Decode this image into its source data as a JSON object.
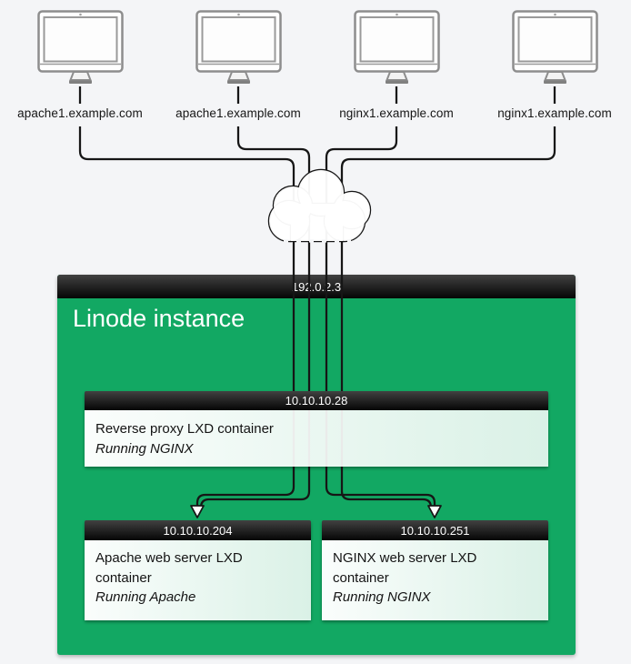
{
  "colors": {
    "background": "#f4f5f7",
    "green": "#12a863",
    "bar_top": "#414141",
    "bar_bottom": "#050505",
    "wire": "#161616"
  },
  "icons": {
    "client": "desktop-monitor-icon",
    "internet": "cloud-icon",
    "flow": "arrow-down-icon"
  },
  "clients": [
    {
      "domain": "apache1.example.com"
    },
    {
      "domain": "apache1.example.com"
    },
    {
      "domain": "nginx1.example.com"
    },
    {
      "domain": "nginx1.example.com"
    }
  ],
  "linode_instance": {
    "public_ip": "192.0.2.3",
    "label": "Linode instance"
  },
  "reverse_proxy": {
    "ip": "10.10.10.28",
    "title": "Reverse proxy LXD container",
    "subtitle": "Running NGINX"
  },
  "apache_container": {
    "ip": "10.10.10.204",
    "title": "Apache web server LXD container",
    "subtitle": "Running Apache"
  },
  "nginx_container": {
    "ip": "10.10.10.251",
    "title": "NGINX web server LXD container",
    "subtitle": "Running NGINX"
  }
}
